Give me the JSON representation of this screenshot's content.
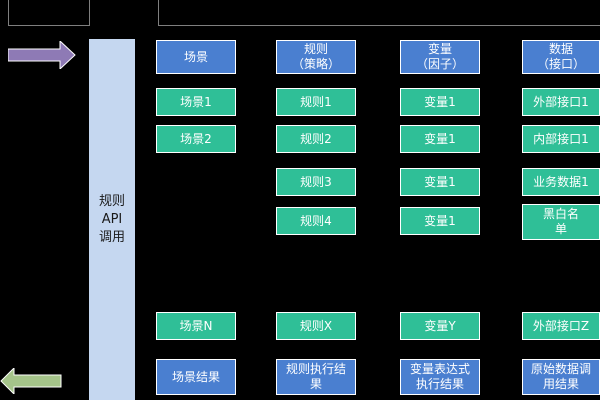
{
  "api": {
    "label": "规则\nAPI\n调用"
  },
  "colors": {
    "blue": "#4a7fd0",
    "green": "#2fbf97",
    "api_bar": "#c5d7f0",
    "arrow_in": "#8e7ab5",
    "arrow_out": "#a5c48a"
  },
  "columns": {
    "scene": {
      "header": "场景",
      "items": [
        "场景1",
        "场景2",
        "场景N"
      ],
      "result": "场景结果"
    },
    "rule": {
      "header": "规则\n（策略）",
      "items": [
        "规则1",
        "规则2",
        "规则3",
        "规则4",
        "规则X"
      ],
      "result": "规则执行结\n果"
    },
    "variable": {
      "header": "变量\n（因子）",
      "items": [
        "变量1",
        "变量1",
        "变量1",
        "变量1",
        "变量Y"
      ],
      "result": "变量表达式\n执行结果"
    },
    "data": {
      "header": "数据\n（接口）",
      "items": [
        "外部接口1",
        "内部接口1",
        "业务数据1",
        "黑白名\n单",
        "外部接口Z"
      ],
      "result": "原始数据调\n用结果"
    }
  }
}
